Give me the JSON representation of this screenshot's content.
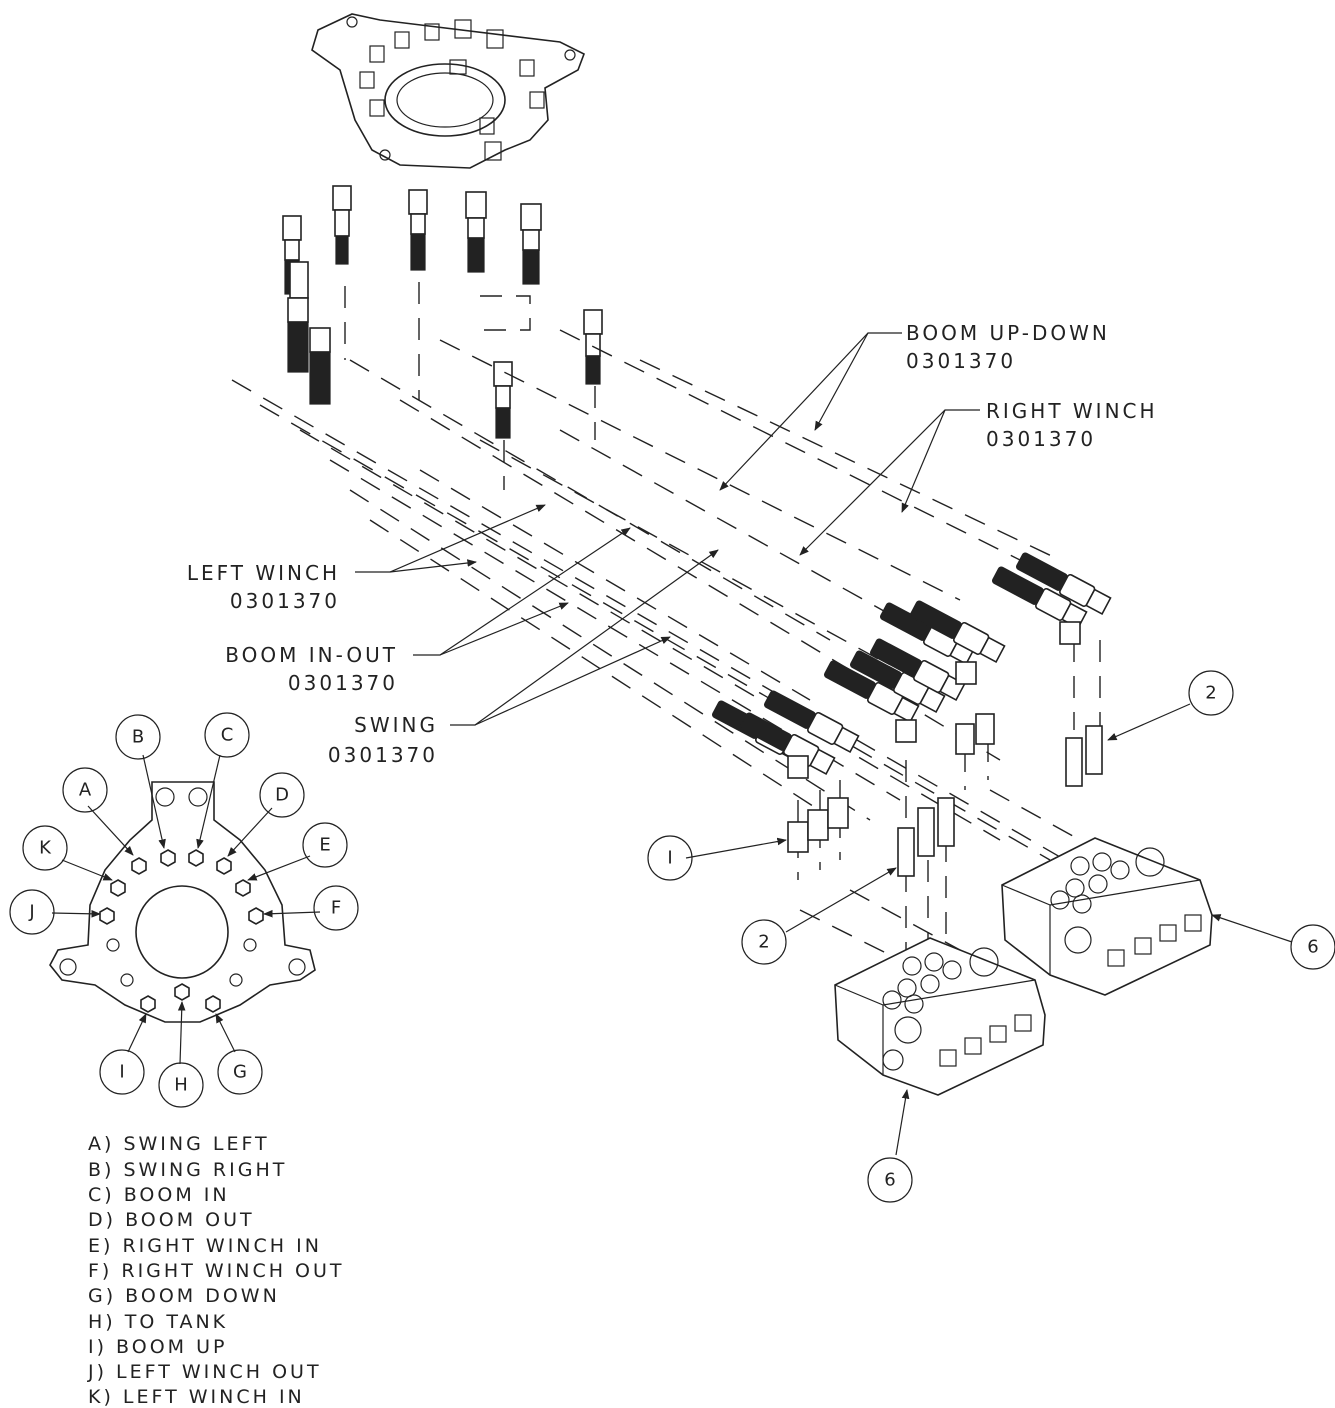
{
  "callouts": {
    "boom_up_down": {
      "name": "BOOM UP-DOWN",
      "part": "0301370"
    },
    "right_winch": {
      "name": "RIGHT WINCH",
      "part": "0301370"
    },
    "left_winch": {
      "name": "LEFT WINCH",
      "part": "0301370"
    },
    "boom_in_out": {
      "name": "BOOM IN-OUT",
      "part": "0301370"
    },
    "swing": {
      "name": "SWING",
      "part": "0301370"
    }
  },
  "item_numbers": {
    "fitting_right": "2",
    "fitting_bottom": "2",
    "valve_right": "6",
    "valve_bottom": "6",
    "fitting_i": "I"
  },
  "port_letters": [
    "A",
    "B",
    "C",
    "D",
    "E",
    "F",
    "G",
    "H",
    "I",
    "J",
    "K"
  ],
  "legend": [
    "A) SWING LEFT",
    "B) SWING RIGHT",
    "C) BOOM IN",
    "D) BOOM OUT",
    "E) RIGHT WINCH IN",
    "F) RIGHT WINCH OUT",
    "G) BOOM DOWN",
    "H) TO TANK",
    "I) BOOM UP",
    "J) LEFT WINCH OUT",
    "K) LEFT WINCH IN"
  ]
}
